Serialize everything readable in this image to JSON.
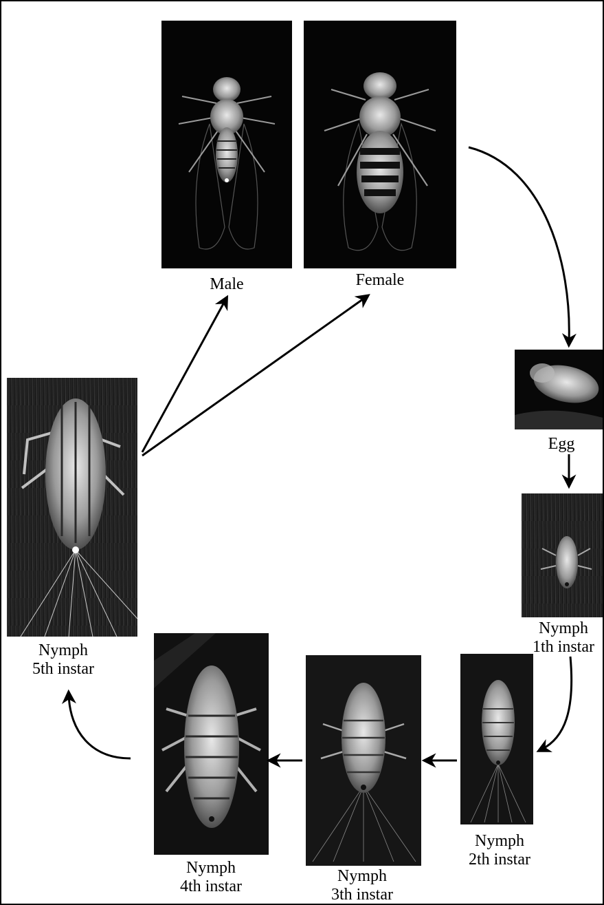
{
  "stages": {
    "male": "Male",
    "female": "Female",
    "egg": "Egg",
    "nymph1": {
      "line1": "Nymph",
      "line2": "1th instar"
    },
    "nymph2": {
      "line1": "Nymph",
      "line2": "2th instar"
    },
    "nymph3": {
      "line1": "Nymph",
      "line2": "3th instar"
    },
    "nymph4": {
      "line1": "Nymph",
      "line2": "4th instar"
    },
    "nymph5": {
      "line1": "Nymph",
      "line2": "5th  instar"
    }
  },
  "colors": {
    "background": "#ffffff",
    "photo": "#050505",
    "arrow": "#000000"
  }
}
